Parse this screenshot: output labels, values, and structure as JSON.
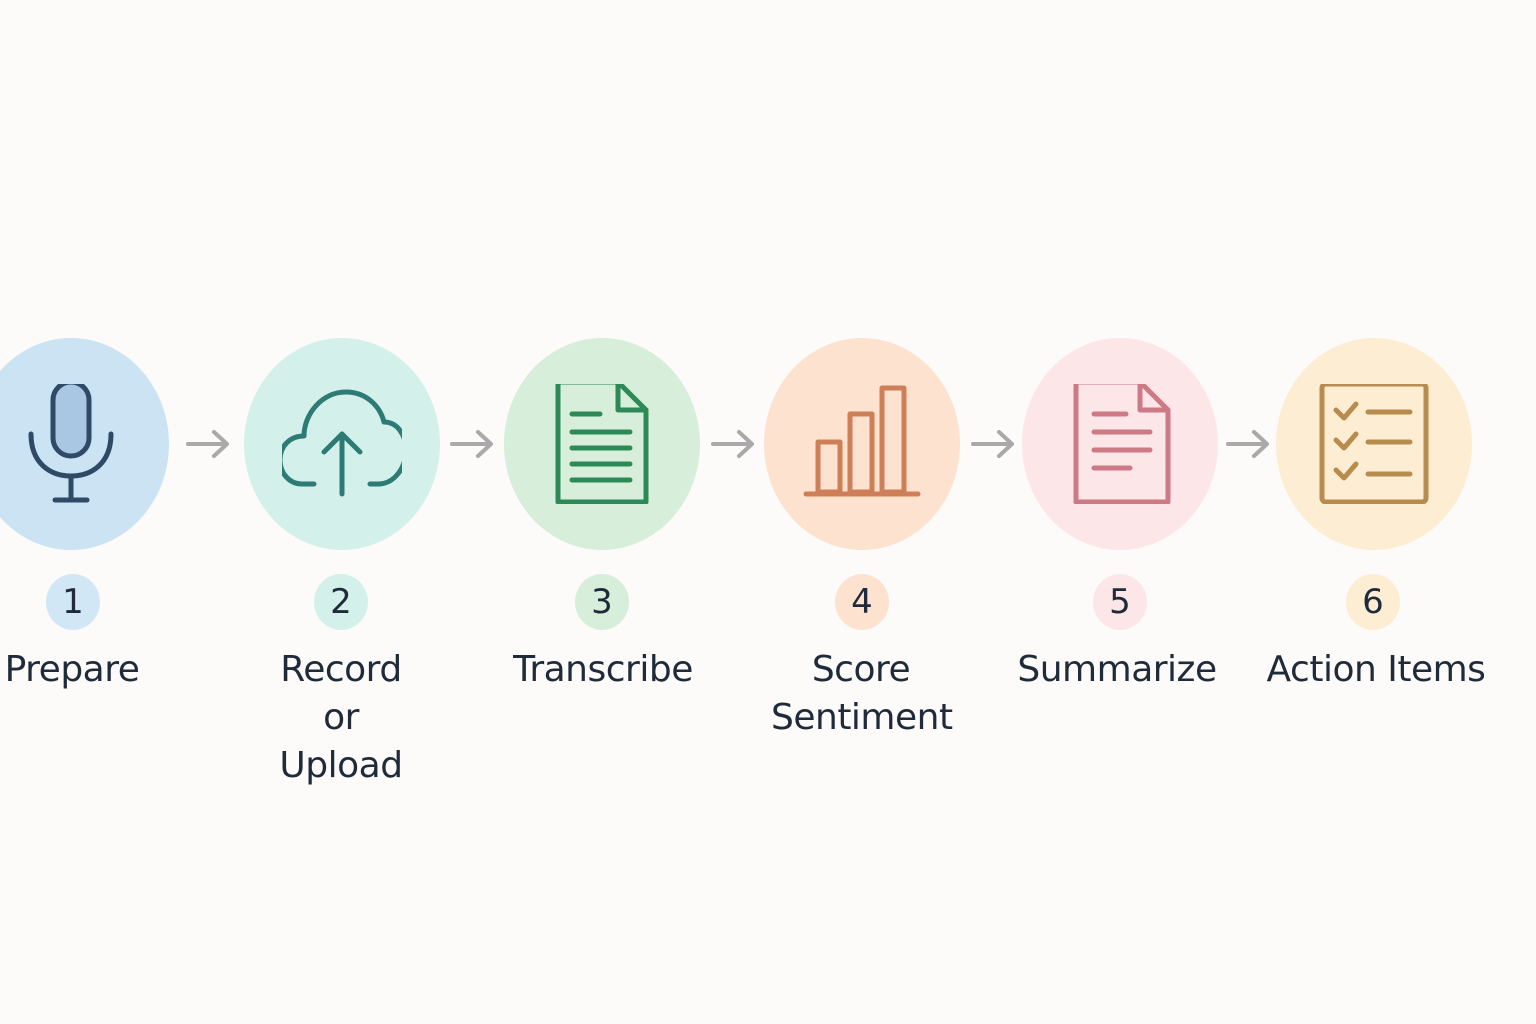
{
  "steps": [
    {
      "number": "1",
      "label": "Prepare",
      "icon": "microphone-icon",
      "circle_color": "#cce3f4",
      "badge_color": "#d2e7f5",
      "icon_color": "#2f4a66"
    },
    {
      "number": "2",
      "label": "Record or Upload",
      "icon": "cloud-upload-icon",
      "circle_color": "#d3f1ea",
      "badge_color": "#d3f1ea",
      "icon_color": "#2e7b76"
    },
    {
      "number": "3",
      "label": "Transcribe",
      "icon": "document-icon",
      "circle_color": "#d7eeda",
      "badge_color": "#d7eeda",
      "icon_color": "#2d8a57"
    },
    {
      "number": "4",
      "label": "Score Sentiment",
      "icon": "bar-chart-icon",
      "circle_color": "#fde2cf",
      "badge_color": "#fde2cf",
      "icon_color": "#cf7f57"
    },
    {
      "number": "5",
      "label": "Summarize",
      "icon": "summary-document-icon",
      "circle_color": "#fde6e8",
      "badge_color": "#fde6e8",
      "icon_color": "#cd7a86"
    },
    {
      "number": "6",
      "label": "Action Items",
      "icon": "checklist-icon",
      "circle_color": "#fdedd2",
      "badge_color": "#fdedd2",
      "icon_color": "#b88c4f"
    }
  ],
  "arrow_color": "#a9a9a9"
}
